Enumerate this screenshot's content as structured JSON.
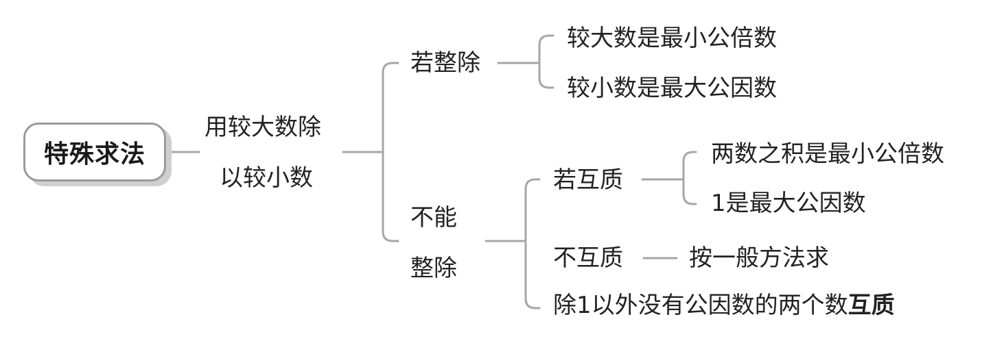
{
  "root": {
    "label": "特殊求法"
  },
  "method": {
    "line1": "用较大数除",
    "line2": "以较小数"
  },
  "divisible": {
    "label": "若整除",
    "lcm": "较大数是最小公倍数",
    "gcd": "较小数是最大公因数"
  },
  "not_divisible": {
    "line1": "不能",
    "line2": "整除",
    "coprime": {
      "label": "若互质",
      "lcm": "两数之积是最小公倍数",
      "gcd": "1是最大公因数"
    },
    "not_coprime": {
      "label": "不互质",
      "rule": "按一般方法求"
    },
    "definition": {
      "text": "除1以外没有公因数的两个数",
      "term": "互质"
    }
  },
  "colors": {
    "line": "#a6a6a6",
    "root_border": "#9a9a9a",
    "root_shadow": "#cfcfcf",
    "text": "#222222"
  }
}
